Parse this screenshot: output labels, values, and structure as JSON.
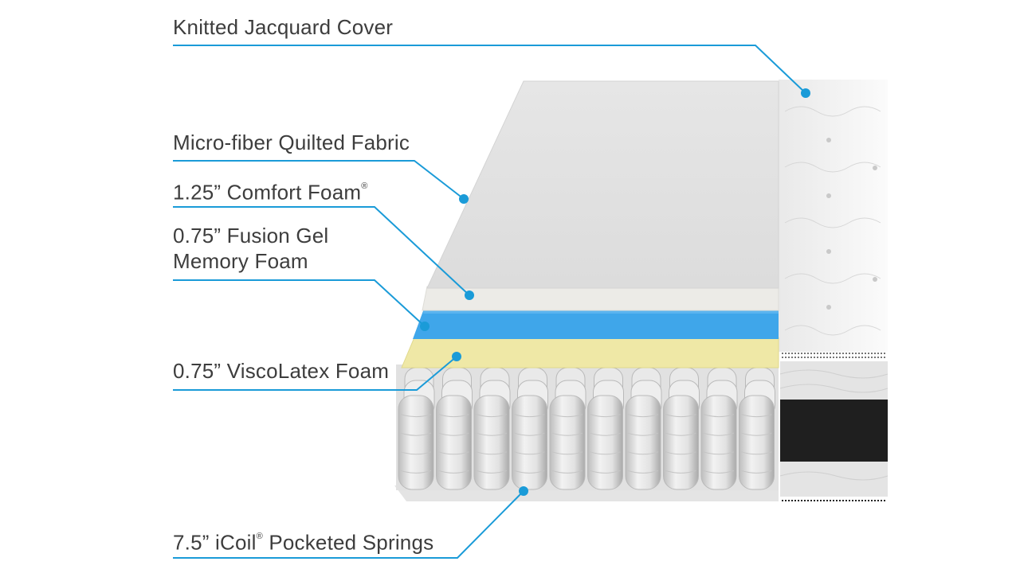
{
  "layers": [
    {
      "id": "cover",
      "name": "Knitted Jacquard Cover",
      "sup": ""
    },
    {
      "id": "quilt",
      "name": "Micro-fiber Quilted Fabric",
      "sup": ""
    },
    {
      "id": "comfort",
      "name": "1.25” Comfort Foam",
      "sup": "®"
    },
    {
      "id": "gel",
      "name_line1": "0.75” Fusion Gel",
      "name_line2": "Memory Foam"
    },
    {
      "id": "visco",
      "name": "0.75” ViscoLatex Foam",
      "sup": ""
    },
    {
      "id": "springs",
      "name_pre": "7.5” iCoil",
      "sup": "®",
      "name_post": " Pocketed Springs"
    }
  ],
  "colors": {
    "leader": "#1a9bd8",
    "label_text": "#3d3d3d",
    "quilted_fabric": "#dedede",
    "comfort_foam": "#ecebe7",
    "gel_foam": "#3fa6ea",
    "visco_foam": "#efe8a6",
    "springs": "#d8d8d8",
    "side_dark": "#222222"
  }
}
